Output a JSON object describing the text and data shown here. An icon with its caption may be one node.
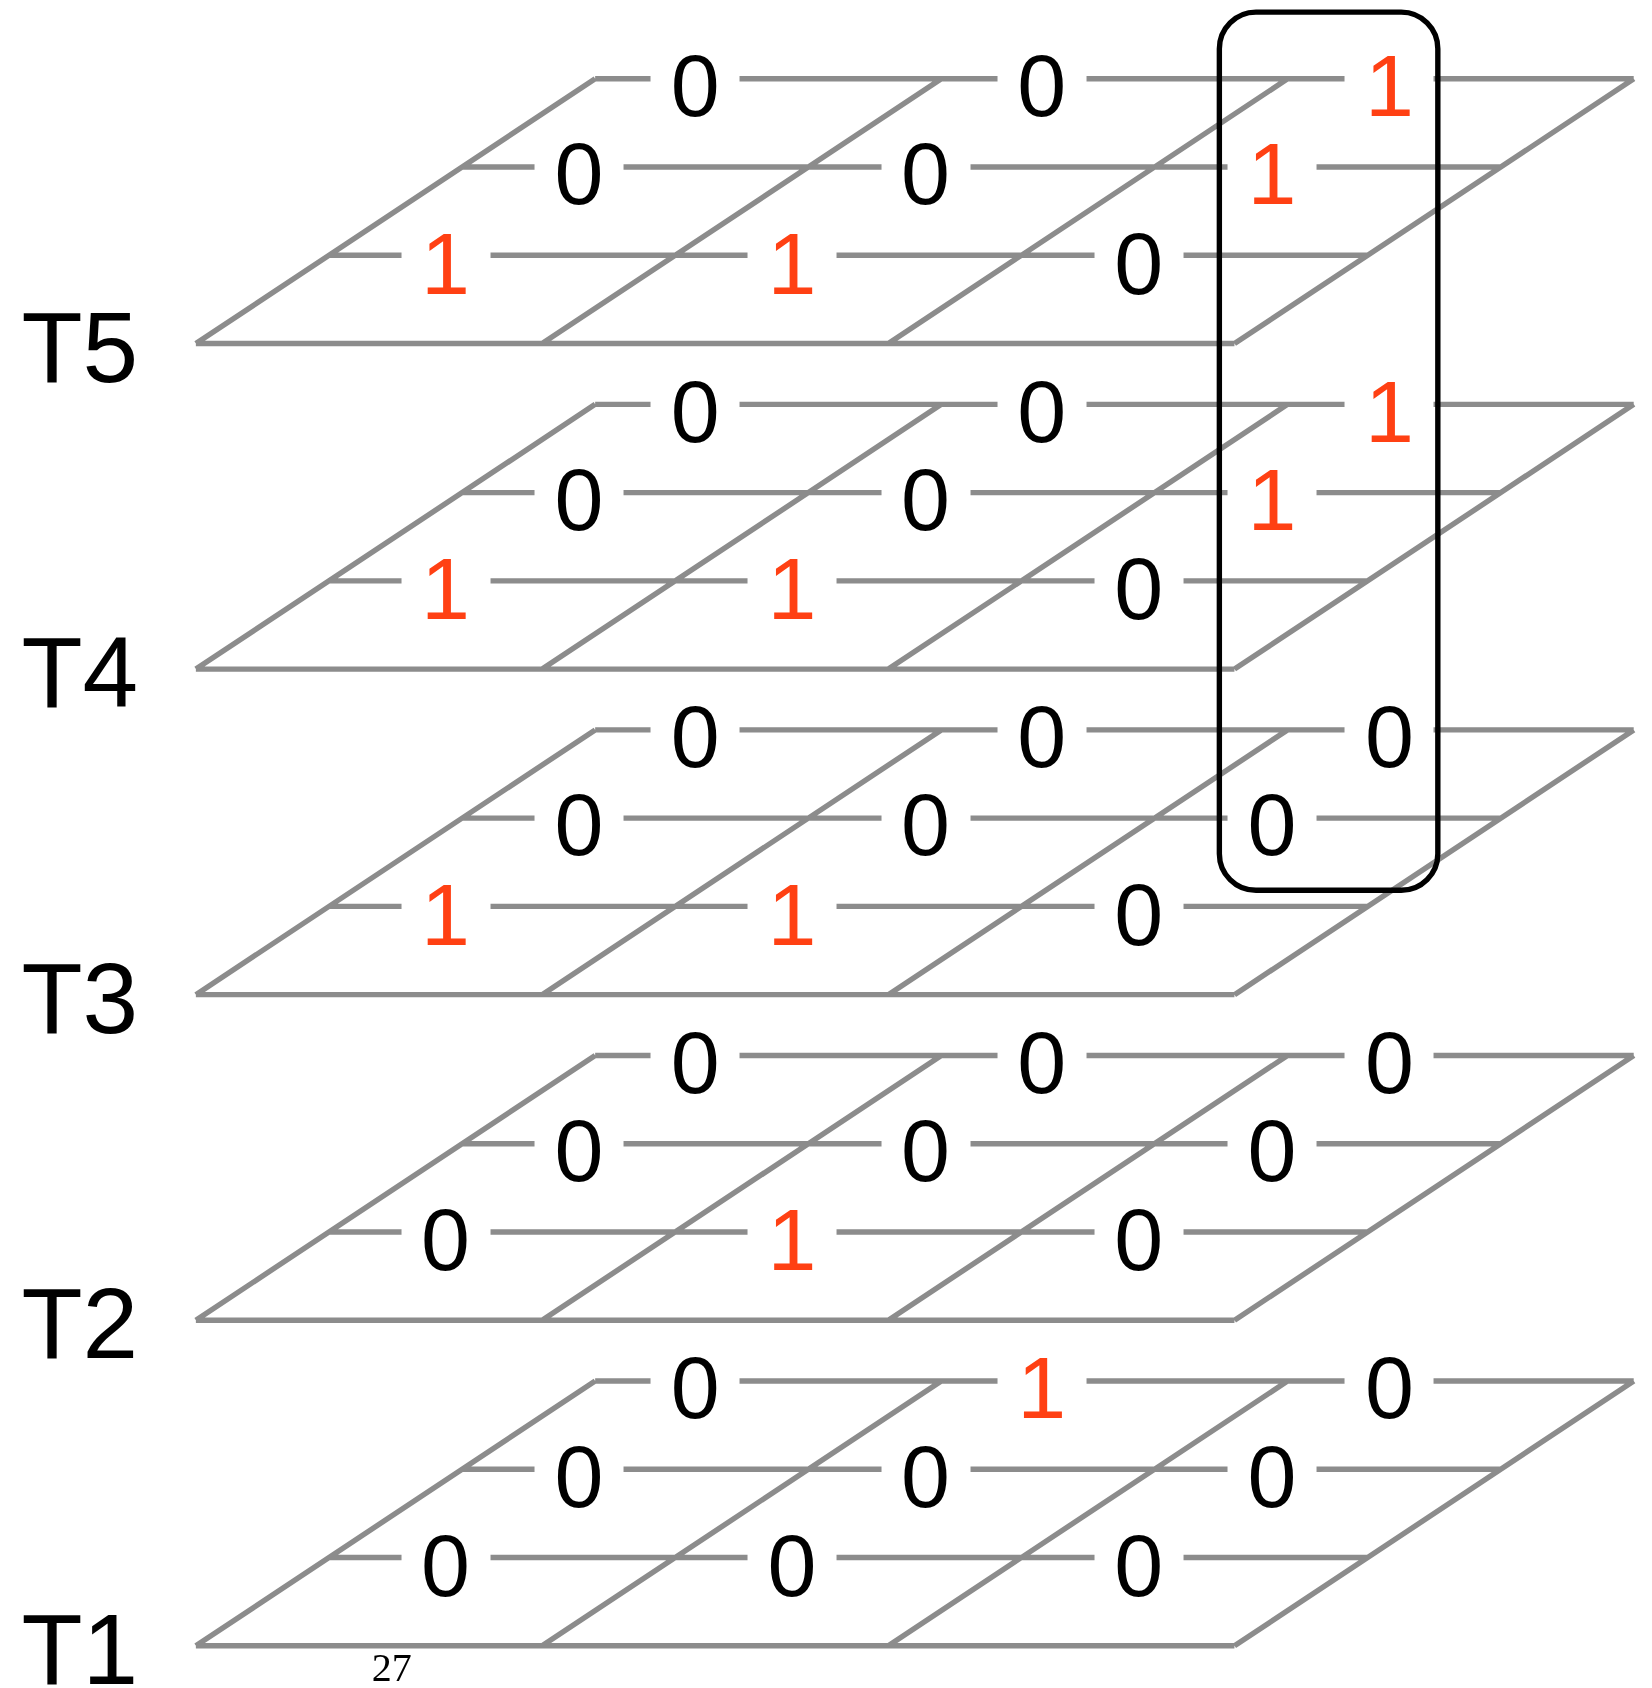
{
  "diagram": {
    "labels": [
      "0",
      "0",
      "1",
      "0",
      "0",
      "1",
      "1",
      "1",
      "0",
      "T5",
      "0",
      "0",
      "1",
      "0",
      "0",
      "1",
      "1",
      "1",
      "0",
      "T4",
      "0",
      "0",
      "0",
      "0",
      "0",
      "0",
      "1",
      "1",
      "0",
      "T3",
      "0",
      "0",
      "0",
      "0",
      "0",
      "0",
      "0",
      "1",
      "0",
      "T2",
      "0",
      "1",
      "0",
      "0",
      "0",
      "0",
      "0",
      "0",
      "0",
      "T1",
      "27"
    ]
  }
}
